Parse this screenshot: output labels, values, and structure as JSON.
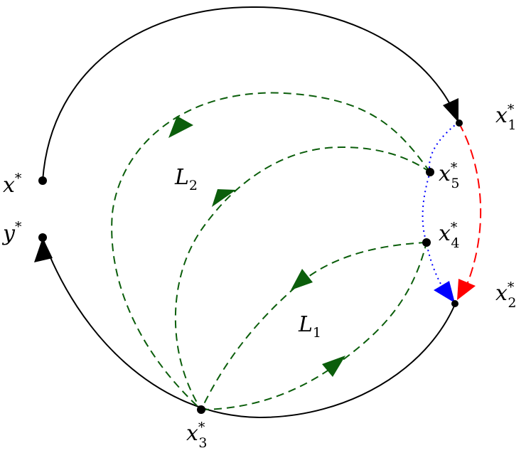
{
  "colors": {
    "boundary": "#000000",
    "dashed_green": "#0b5e0b",
    "dotted_blue": "#0000ff",
    "dashed_red": "#ff0000",
    "point": "#000000"
  },
  "labels": {
    "x_star": {
      "base": "x",
      "sup": "*",
      "sub": ""
    },
    "y_star": {
      "base": "y",
      "sup": "*",
      "sub": ""
    },
    "x1_star": {
      "base": "x",
      "sup": "*",
      "sub": "1"
    },
    "x2_star": {
      "base": "x",
      "sup": "*",
      "sub": "2"
    },
    "x3_star": {
      "base": "x",
      "sup": "*",
      "sub": "3"
    },
    "x4_star": {
      "base": "x",
      "sup": "*",
      "sub": "4"
    },
    "x5_star": {
      "base": "x",
      "sup": "*",
      "sub": "5"
    },
    "L1": {
      "base": "L",
      "sub": "1"
    },
    "L2": {
      "base": "L",
      "sub": "2"
    }
  }
}
